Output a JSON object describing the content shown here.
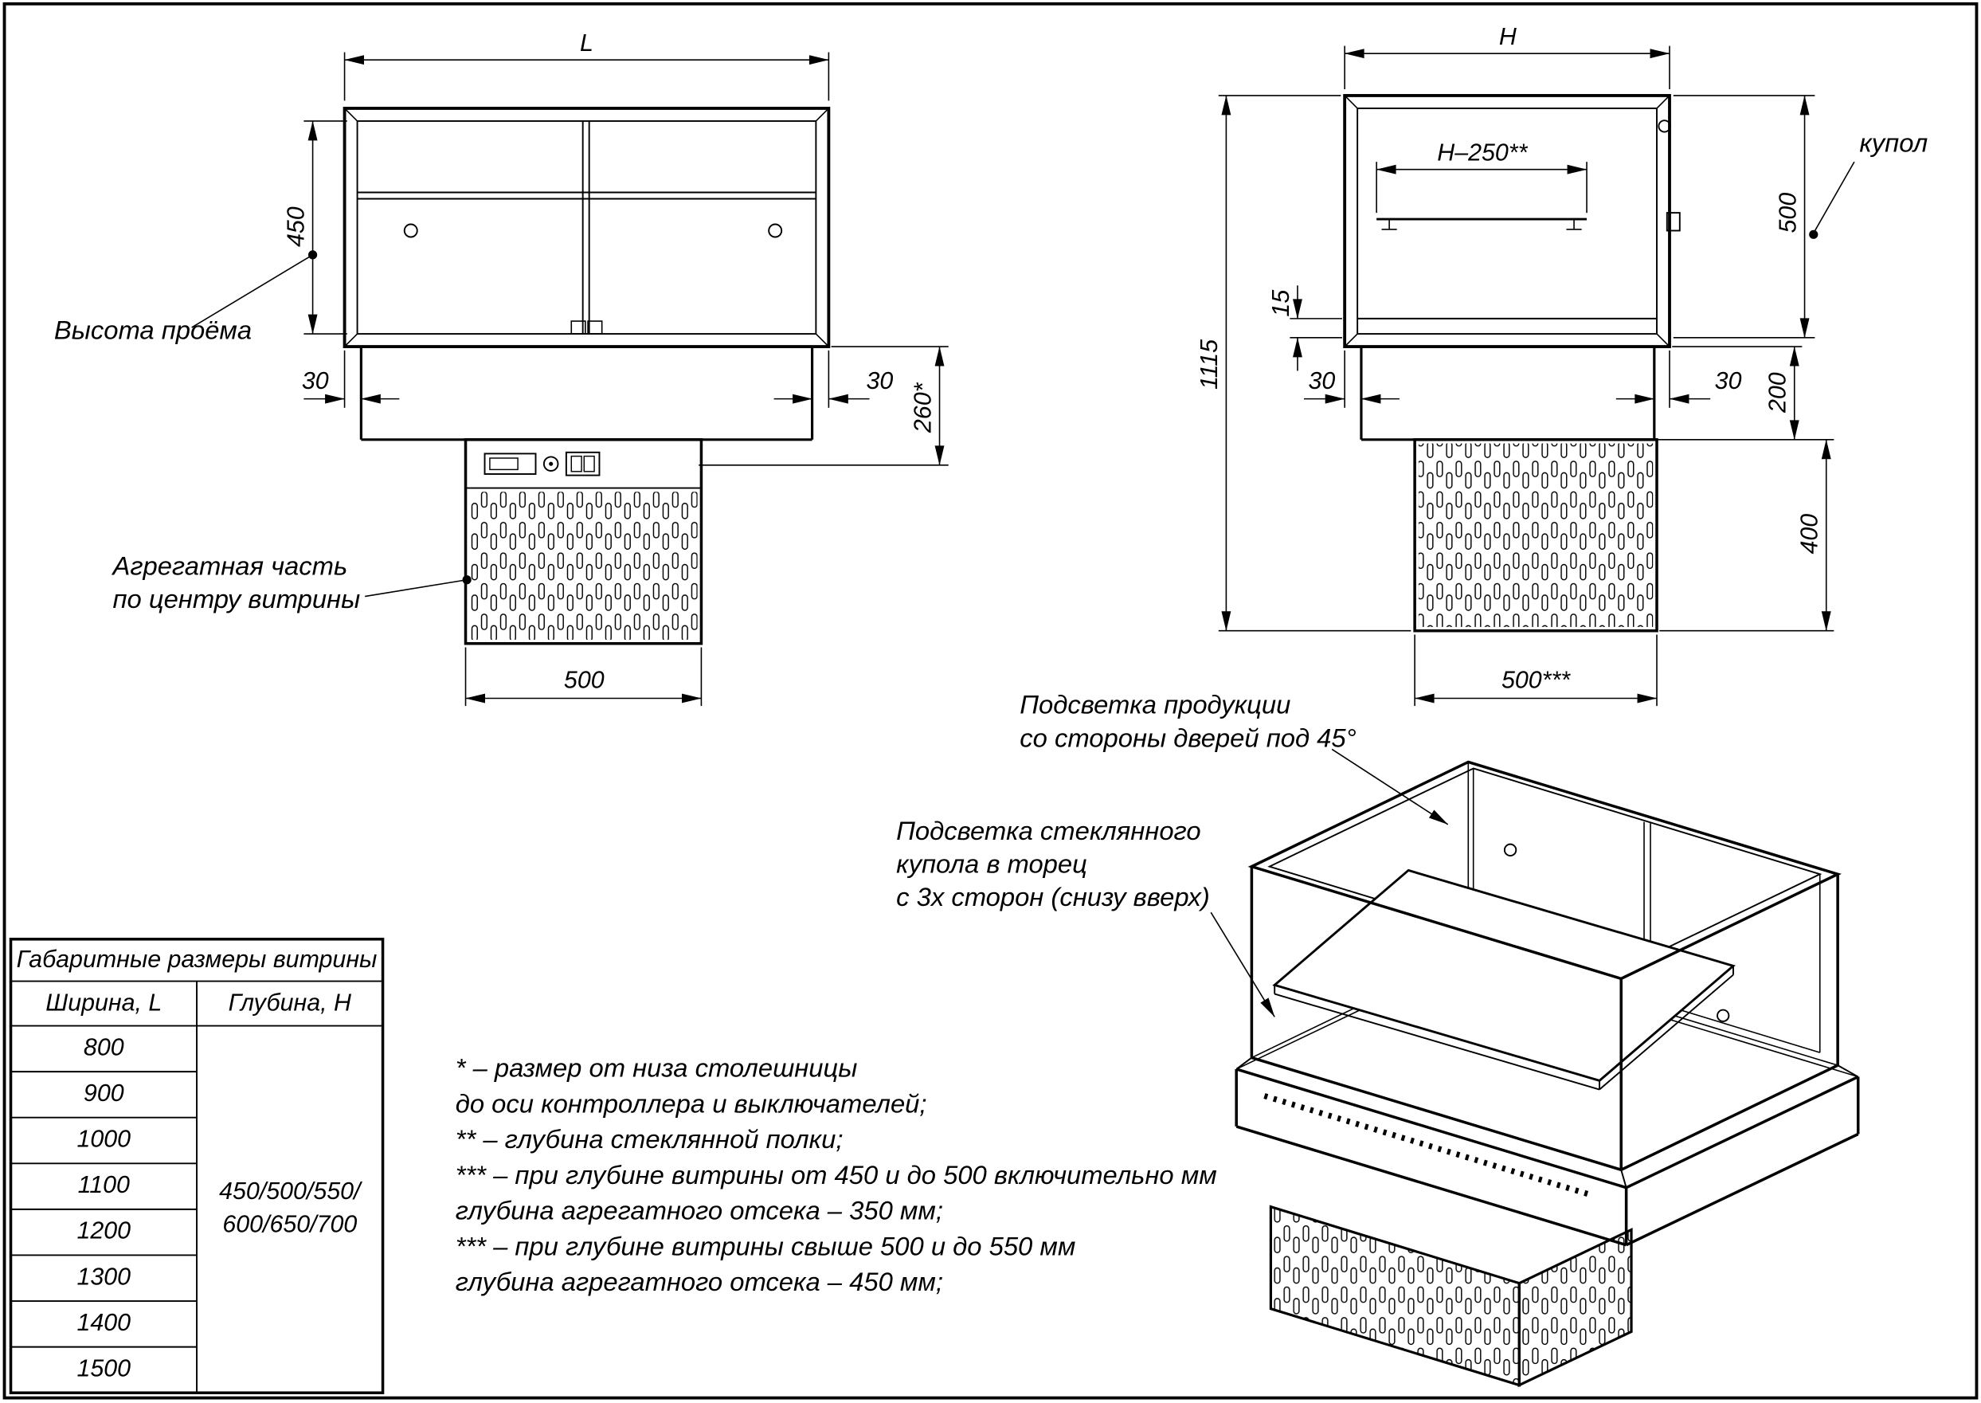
{
  "front_view": {
    "dim_length": "L",
    "dim_opening_height": "450",
    "label_opening_height": "Высота проёма",
    "dim_overhang_left": "30",
    "dim_overhang_right": "30",
    "dim_controller_axis": "260*",
    "label_aggregate_line1": "Агрегатная часть",
    "label_aggregate_line2": "по центру витрины",
    "dim_aggregate_width": "500"
  },
  "side_view": {
    "dim_depth": "H",
    "dim_shelf_depth": "H–250**",
    "label_dome": "купол",
    "dim_dome_height": "500",
    "dim_gap": "15",
    "dim_total_height": "1115",
    "dim_overhang_left": "30",
    "dim_overhang_right": "30",
    "dim_base_height": "200",
    "dim_aggregate_height": "400",
    "dim_aggregate_depth": "500***"
  },
  "iso_view": {
    "label_door_light_line1": "Подсветка продукции",
    "label_door_light_line2": "со стороны дверей под 45°",
    "label_dome_light_line1": "Подсветка стеклянного",
    "label_dome_light_line2": "купола в торец",
    "label_dome_light_line3": "с 3х сторон (снизу вверх)"
  },
  "table": {
    "title": "Габаритные размеры витрины",
    "col_width": "Ширина, L",
    "col_depth": "Глубина, H",
    "widths": [
      "800",
      "900",
      "1000",
      "1100",
      "1200",
      "1300",
      "1400",
      "1500"
    ],
    "depth_line1": "450/500/550/",
    "depth_line2": "600/650/700"
  },
  "notes": {
    "line1": "* – размер от низа столешницы",
    "line2": "до оси контроллера и выключателей;",
    "line3": "** – глубина стеклянной полки;",
    "line4": "*** – при глубине витрины  от 450 и до 500 включительно мм",
    "line5": "глубина агрегатного отсека – 350 мм;",
    "line6": "*** – при глубине витрины свыше 500 и до 550 мм",
    "line7": "глубина агрегатного отсека – 450 мм;"
  }
}
